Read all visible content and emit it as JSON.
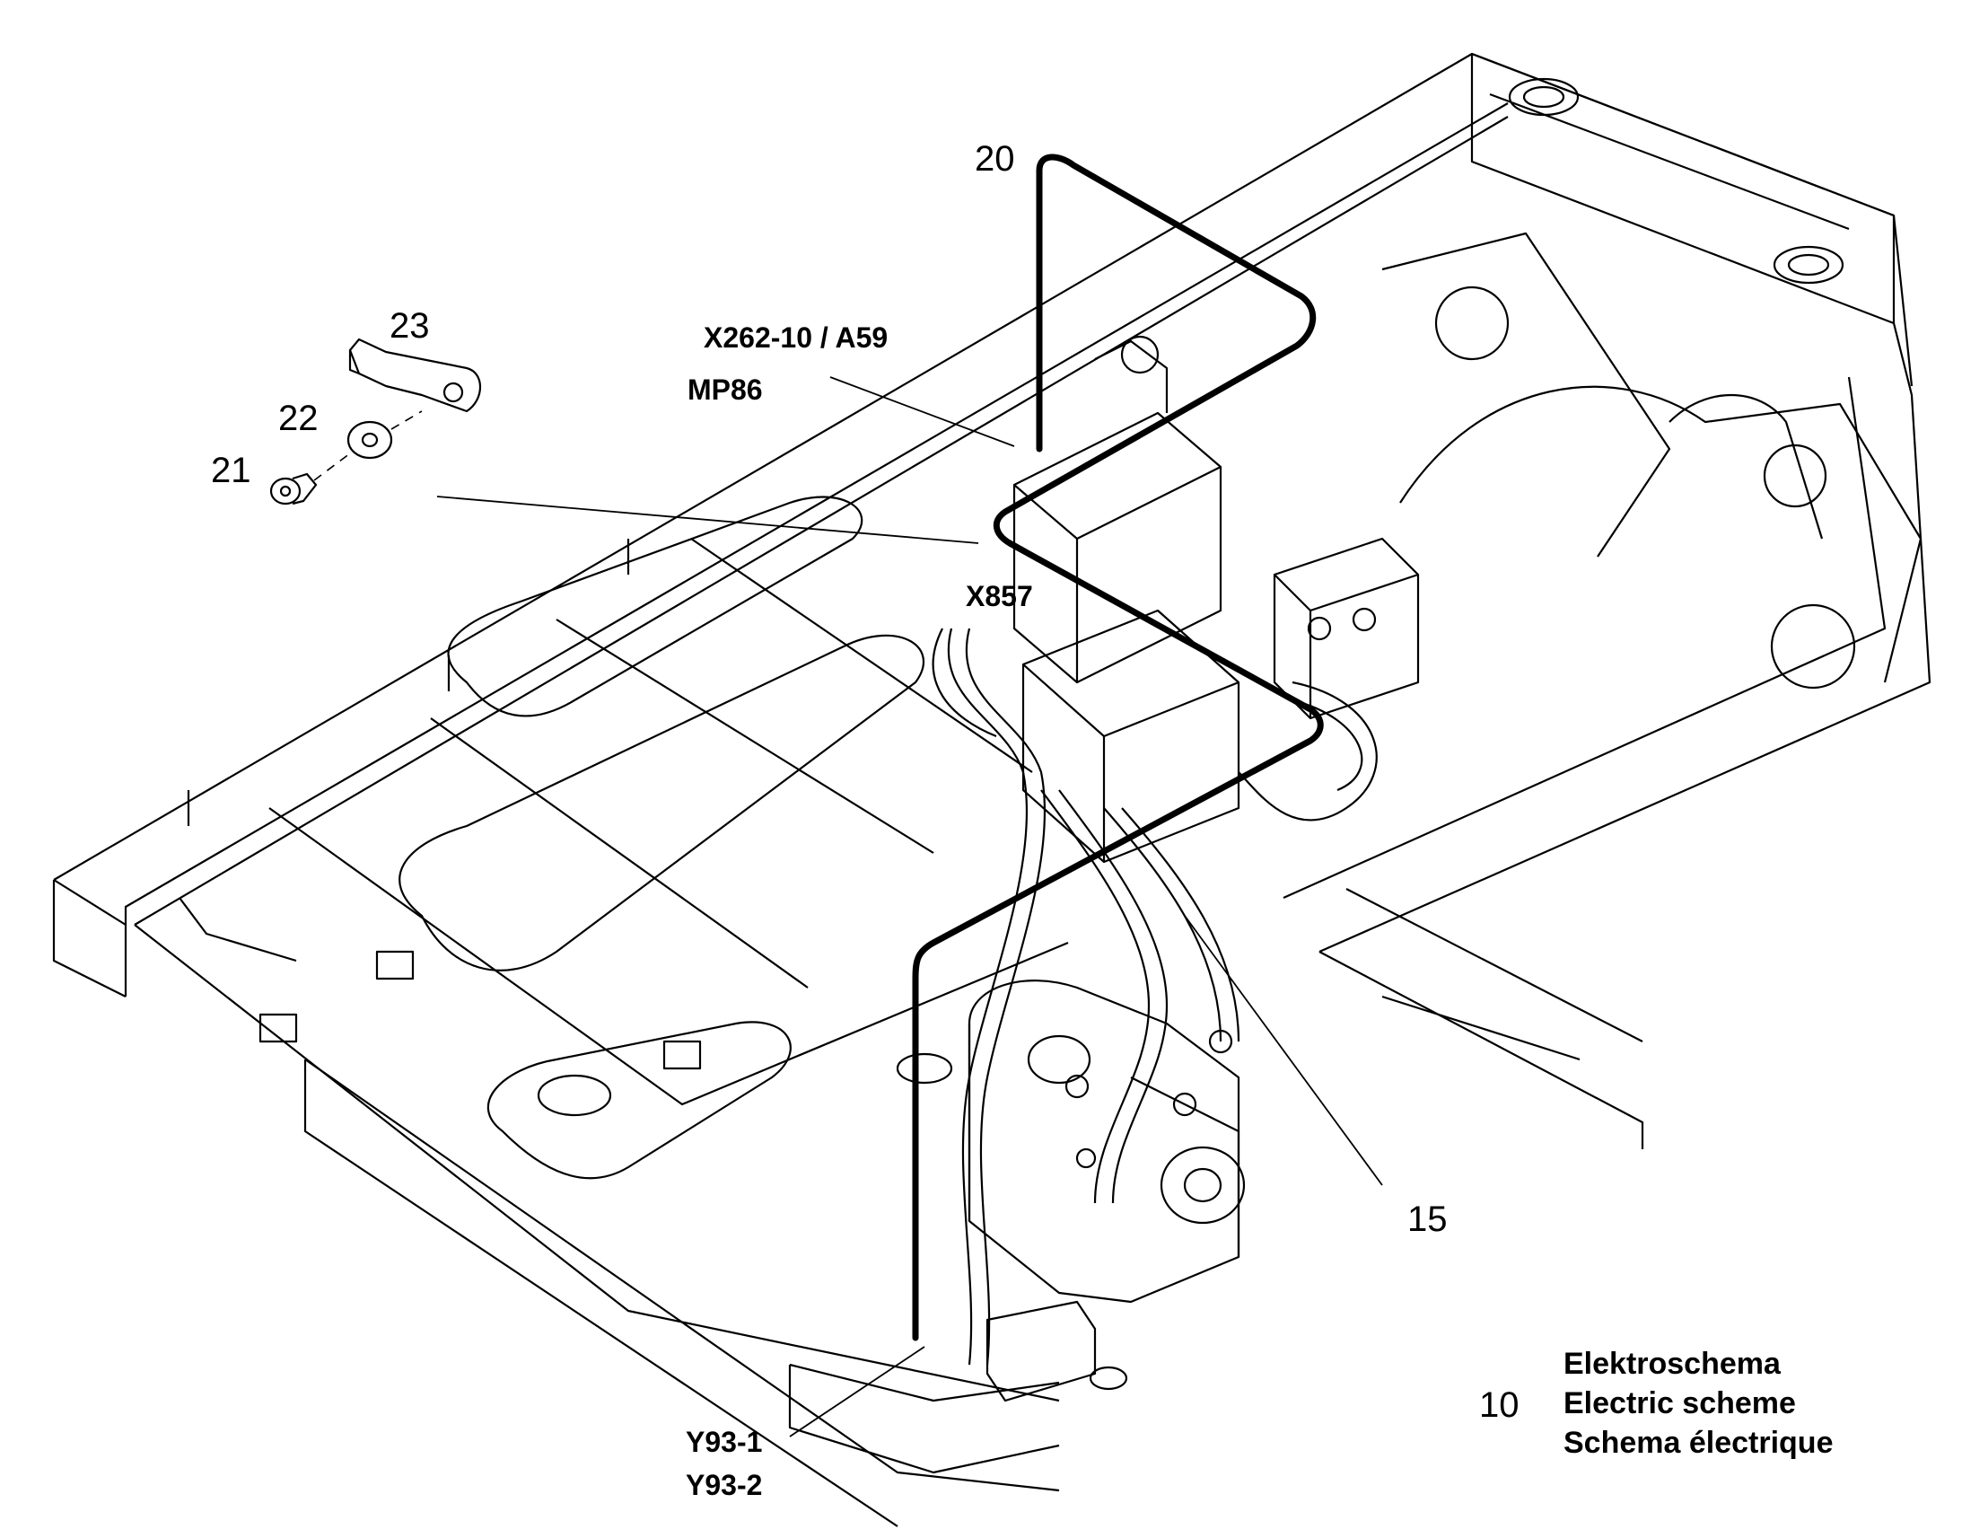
{
  "callouts": {
    "c20": "20",
    "c23": "23",
    "c22": "22",
    "c21": "21",
    "c15": "15",
    "c10": "10"
  },
  "references": {
    "x262": "X262-10 / A59",
    "mp86": "MP86",
    "x857": "X857",
    "y93_1": "Y93-1",
    "y93_2": "Y93-2"
  },
  "legend": {
    "line1": "Elektroschema",
    "line2": "Electric scheme",
    "line3": "Schema électrique"
  },
  "colors": {
    "ink": "#000000",
    "paper": "#ffffff"
  }
}
